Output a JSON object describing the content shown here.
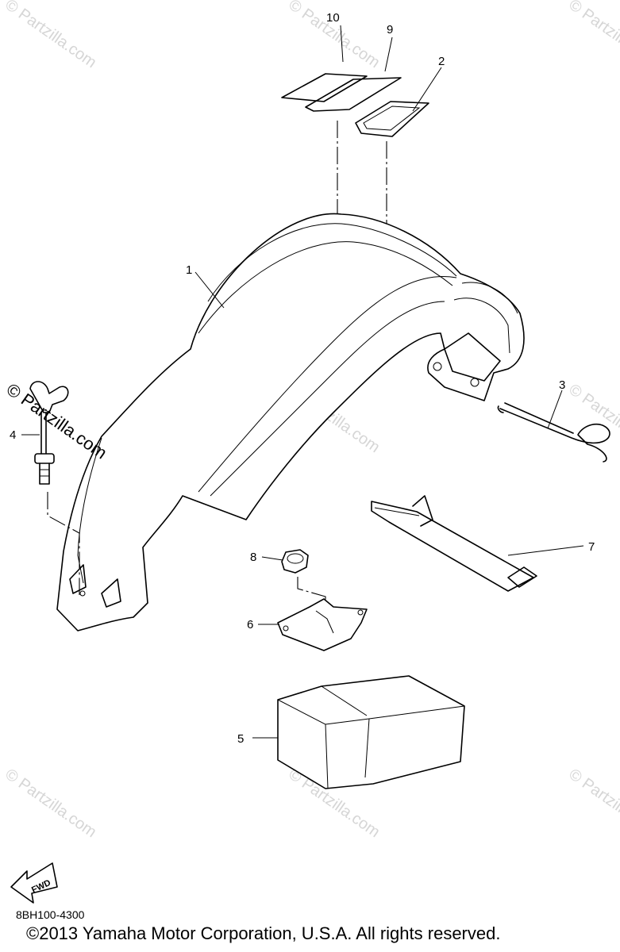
{
  "callouts": {
    "c1": "1",
    "c2": "2",
    "c3": "3",
    "c4": "4",
    "c5": "5",
    "c6": "6",
    "c7": "7",
    "c8": "8",
    "c9": "9",
    "c10": "10"
  },
  "fwd_arrow": {
    "label": "FWD",
    "icon": "fwd-arrow-icon"
  },
  "watermark": {
    "text": "© Partzilla.com"
  },
  "footer": {
    "diagram_code": "8BH100-4300",
    "copyright": "©2013  Yamaha Motor Corporation, U.S.A. All rights reserved."
  }
}
